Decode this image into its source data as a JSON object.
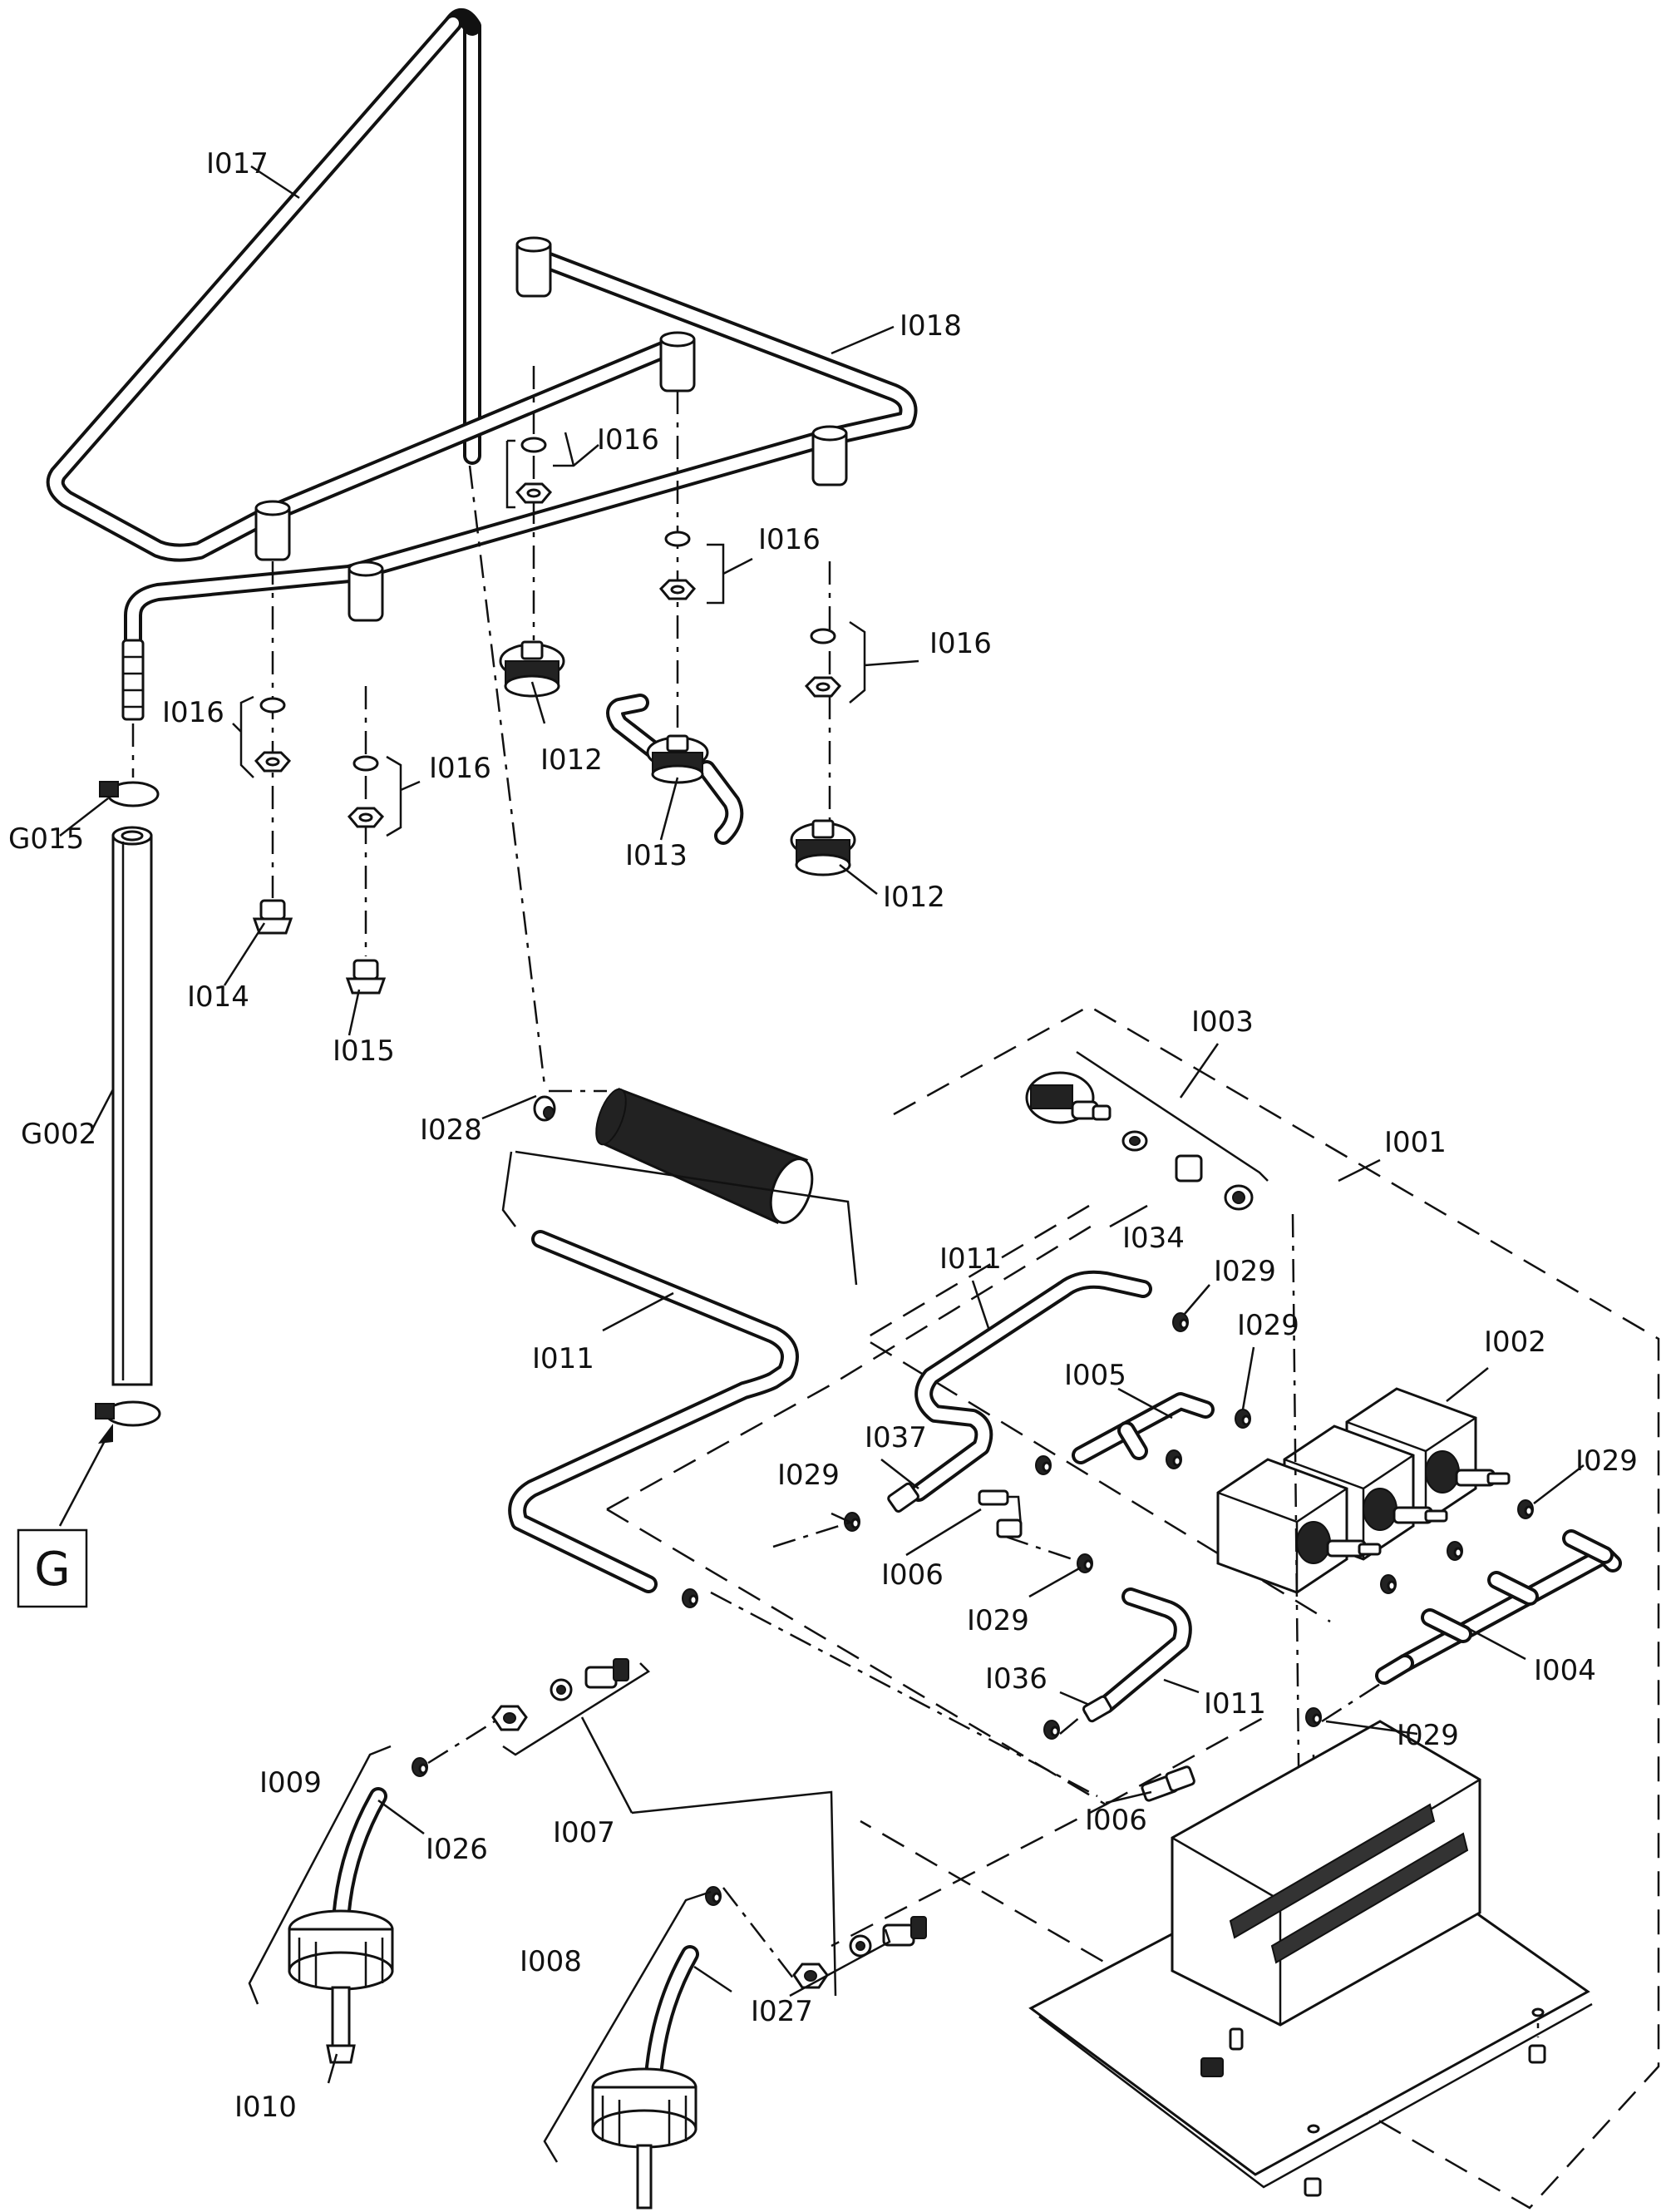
{
  "callouts": {
    "I017": "I017",
    "I018": "I018",
    "I016a": "I016",
    "I016b": "I016",
    "I016c": "I016",
    "I016d": "I016",
    "I016e": "I016",
    "I012a": "I012",
    "I012b": "I012",
    "I013": "I013",
    "G015": "G015",
    "I014": "I014",
    "I015": "I015",
    "G002": "G002",
    "I028": "I028",
    "I003": "I003",
    "I001": "I001",
    "I034": "I034",
    "I011a": "I011",
    "I011b": "I011",
    "I011c": "I011",
    "I029a": "I029",
    "I029b": "I029",
    "I029c": "I029",
    "I029d": "I029",
    "I029e": "I029",
    "I029f": "I029",
    "I005": "I005",
    "I002": "I002",
    "I037": "I037",
    "I006a": "I006",
    "I006b": "I006",
    "I036": "I036",
    "I004": "I004",
    "I009": "I009",
    "I026": "I026",
    "I007": "I007",
    "I008": "I008",
    "I027": "I027",
    "I010": "I010"
  },
  "group_box": {
    "label": "G"
  }
}
